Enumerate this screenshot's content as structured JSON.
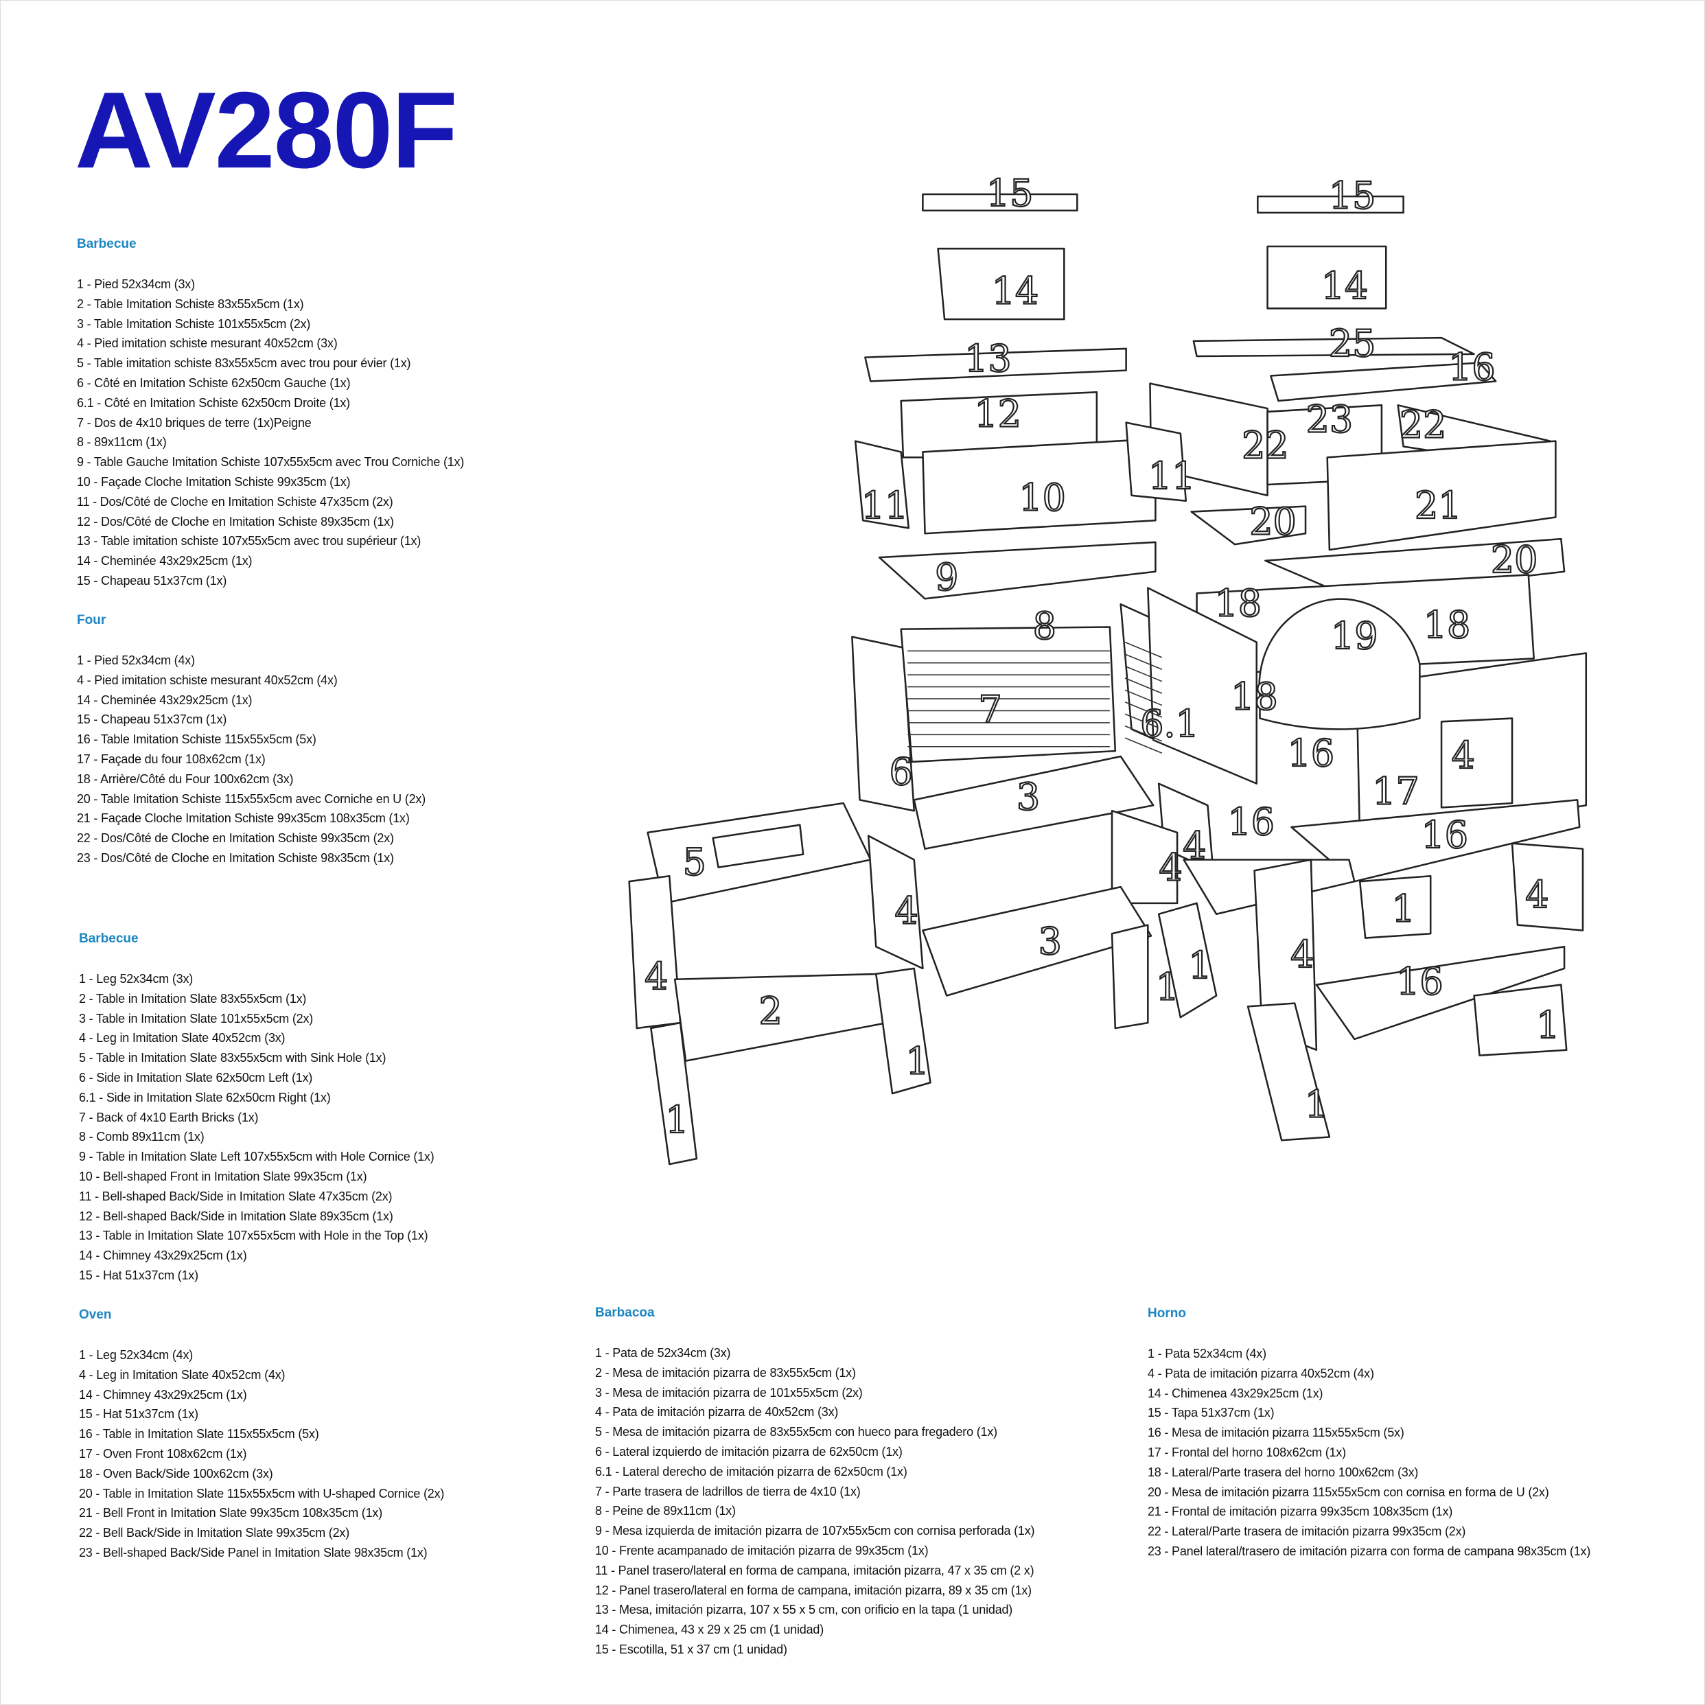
{
  "title": "AV280F",
  "sections": [
    {
      "id": "barbecue-fr",
      "heading": "Barbecue",
      "items": [
        "1 - Pied 52x34cm (3x)",
        "2 - Table Imitation Schiste 83x55x5cm (1x)",
        "3 - Table Imitation Schiste 101x55x5cm (2x)",
        "4 - Pied imitation schiste mesurant 40x52cm (3x)",
        "5 - Table imitation schiste 83x55x5cm avec trou pour évier (1x)",
        "6 - Côté en Imitation Schiste 62x50cm Gauche (1x)",
        "6.1 - Côté en Imitation Schiste 62x50cm Droite (1x)",
        "7 - Dos de 4x10 briques de terre (1x)Peigne",
        "8 - 89x11cm (1x)",
        "9 - Table Gauche Imitation Schiste 107x55x5cm avec Trou Corniche (1x)",
        "10 - Façade Cloche Imitation Schiste 99x35cm (1x)",
        "11 - Dos/Côté de Cloche en Imitation Schiste 47x35cm (2x)",
        "12 - Dos/Côté de Cloche en Imitation Schiste 89x35cm (1x)",
        "13 - Table imitation schiste 107x55x5cm avec trou supérieur (1x)",
        "14 - Cheminée 43x29x25cm (1x)",
        "15 - Chapeau 51x37cm (1x)"
      ]
    },
    {
      "id": "four-fr",
      "heading": "Four",
      "items": [
        "1 - Pied 52x34cm (4x)",
        "4 - Pied imitation schiste mesurant 40x52cm (4x)",
        "14 - Cheminée 43x29x25cm (1x)",
        "15 - Chapeau 51x37cm (1x)",
        "16 - Table Imitation Schiste 115x55x5cm (5x)",
        "17 - Façade du four 108x62cm (1x)",
        "18 - Arrière/Côté du Four 100x62cm (3x)",
        "20 - Table Imitation Schiste 115x55x5cm avec Corniche en U (2x)",
        "21 - Façade Cloche Imitation Schiste 99x35cm 108x35cm (1x)",
        "22 - Dos/Côté de Cloche en Imitation Schiste 99x35cm (2x)",
        "23 - Dos/Côté de Cloche en Imitation Schiste 98x35cm (1x)"
      ]
    },
    {
      "id": "barbecue-en",
      "heading": "Barbecue",
      "items": [
        "1 - Leg 52x34cm (3x)",
        "2 - Table in Imitation Slate 83x55x5cm (1x)",
        "3 - Table in Imitation Slate 101x55x5cm (2x)",
        "4 - Leg in Imitation Slate 40x52cm (3x)",
        "5 - Table in Imitation Slate 83x55x5cm with Sink Hole (1x)",
        "6 - Side in Imitation Slate 62x50cm Left (1x)",
        "6.1 - Side in Imitation Slate 62x50cm Right (1x)",
        "7 - Back of 4x10 Earth Bricks (1x)",
        "8 - Comb 89x11cm (1x)",
        "9 - Table in Imitation Slate Left 107x55x5cm with Hole Cornice (1x)",
        "10 - Bell-shaped Front in Imitation Slate 99x35cm (1x)",
        "11 - Bell-shaped Back/Side in Imitation Slate 47x35cm (2x)",
        "12 - Bell-shaped Back/Side in Imitation Slate 89x35cm (1x)",
        "13 - Table in Imitation Slate 107x55x5cm with Hole in the Top (1x)",
        "14 - Chimney 43x29x25cm (1x)",
        "15 - Hat 51x37cm (1x)"
      ]
    },
    {
      "id": "oven-en",
      "heading": "Oven",
      "items": [
        "1 - Leg 52x34cm (4x)",
        "4 - Leg in Imitation Slate 40x52cm (4x)",
        "14 - Chimney 43x29x25cm (1x)",
        "15 - Hat 51x37cm (1x)",
        "16 - Table in Imitation Slate 115x55x5cm (5x)",
        "17 - Oven Front 108x62cm (1x)",
        "18 - Oven Back/Side 100x62cm (3x)",
        "20 - Table in Imitation Slate 115x55x5cm with U-shaped Cornice (2x)",
        "21 - Bell Front in Imitation Slate 99x35cm 108x35cm (1x)",
        "22 - Bell Back/Side in Imitation Slate 99x35cm (2x)",
        "23 - Bell-shaped Back/Side Panel in Imitation Slate 98x35cm (1x)"
      ]
    },
    {
      "id": "barbacoa-es",
      "heading": "Barbacoa",
      "items": [
        "1 - Pata de 52x34cm (3x)",
        "2 - Mesa de imitación pizarra de 83x55x5cm (1x)",
        "3 - Mesa de imitación pizarra de 101x55x5cm (2x)",
        "4 - Pata de imitación pizarra de 40x52cm (3x)",
        "5 - Mesa de imitación pizarra de 83x55x5cm con hueco para fregadero (1x)",
        "6 - Lateral izquierdo de imitación pizarra de 62x50cm (1x)",
        "6.1 - Lateral derecho de imitación pizarra de 62x50cm (1x)",
        "7 - Parte trasera de ladrillos de tierra de 4x10 (1x)",
        "8 - Peine de 89x11cm (1x)",
        "9 - Mesa izquierda de imitación pizarra de 107x55x5cm con cornisa perforada (1x)",
        "10 - Frente acampanado de imitación pizarra de 99x35cm (1x)",
        "11 - Panel trasero/lateral en forma de campana, imitación pizarra, 47 x 35 cm (2 x)",
        "12 - Panel trasero/lateral en forma de campana, imitación pizarra, 89 x 35 cm (1x)",
        "13 - Mesa, imitación pizarra, 107 x 55 x 5 cm, con orificio en la tapa (1 unidad)",
        "14 - Chimenea, 43 x 29 x 25 cm (1 unidad)",
        "15 - Escotilla, 51 x 37 cm (1 unidad)"
      ]
    },
    {
      "id": "horno-es",
      "heading": "Horno",
      "items": [
        "1 - Pata 52x34cm (4x)",
        "4 - Pata de imitación pizarra 40x52cm (4x)",
        "14 - Chimenea 43x29x25cm (1x)",
        "15 - Tapa 51x37cm (1x)",
        "16 - Mesa de imitación pizarra 115x55x5cm (5x)",
        "17 - Frontal del horno 108x62cm (1x)",
        "18 - Lateral/Parte trasera del horno 100x62cm (3x)",
        "20 - Mesa de imitación pizarra 115x55x5cm con cornisa en forma de U (2x)",
        "21 - Frontal de imitación pizarra 99x35cm 108x35cm (1x)",
        "22 - Lateral/Parte trasera de imitación pizarra 99x35cm (2x)",
        "23 - Panel lateral/trasero de imitación pizarra con forma de campana 98x35cm (1x)"
      ]
    }
  ],
  "diagram": {
    "labels": [
      "15",
      "15",
      "14",
      "14",
      "13",
      "25",
      "16",
      "12",
      "22",
      "23",
      "22",
      "11",
      "10",
      "11",
      "20",
      "21",
      "20",
      "9",
      "18",
      "19",
      "18",
      "8",
      "7",
      "6.1",
      "18",
      "16",
      "17",
      "4",
      "6",
      "3",
      "16",
      "4",
      "16",
      "5",
      "4",
      "4",
      "1",
      "4",
      "3",
      "4",
      "1",
      "4",
      "16",
      "2",
      "1",
      "1",
      "1",
      "1",
      "1"
    ]
  }
}
